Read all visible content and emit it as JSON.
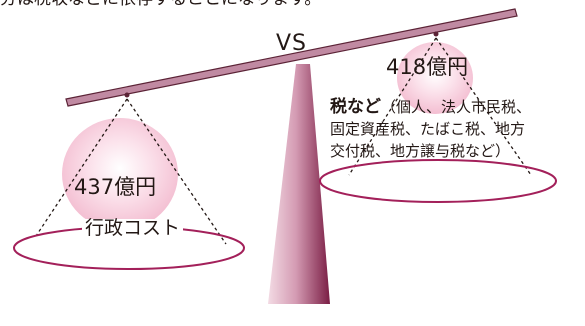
{
  "top_text": "分は税収などに依存することになります。",
  "center_label": "VS",
  "left": {
    "amount": "437億円",
    "name": "行政コスト"
  },
  "right": {
    "amount": "418億円",
    "name": "税など",
    "detail_lines": [
      "（個人、法人市民税、",
      "固定資産税、たばこ税、地方",
      "交付税、地方譲与税など）"
    ]
  },
  "colors": {
    "beam": "#c08aa2",
    "beam_edge": "#5b2336",
    "pan_outline": "#a3205a",
    "blob": "#f6c9d9",
    "fulcrum_light": "#f3dbe4",
    "fulcrum_dark": "#7a1d44"
  }
}
